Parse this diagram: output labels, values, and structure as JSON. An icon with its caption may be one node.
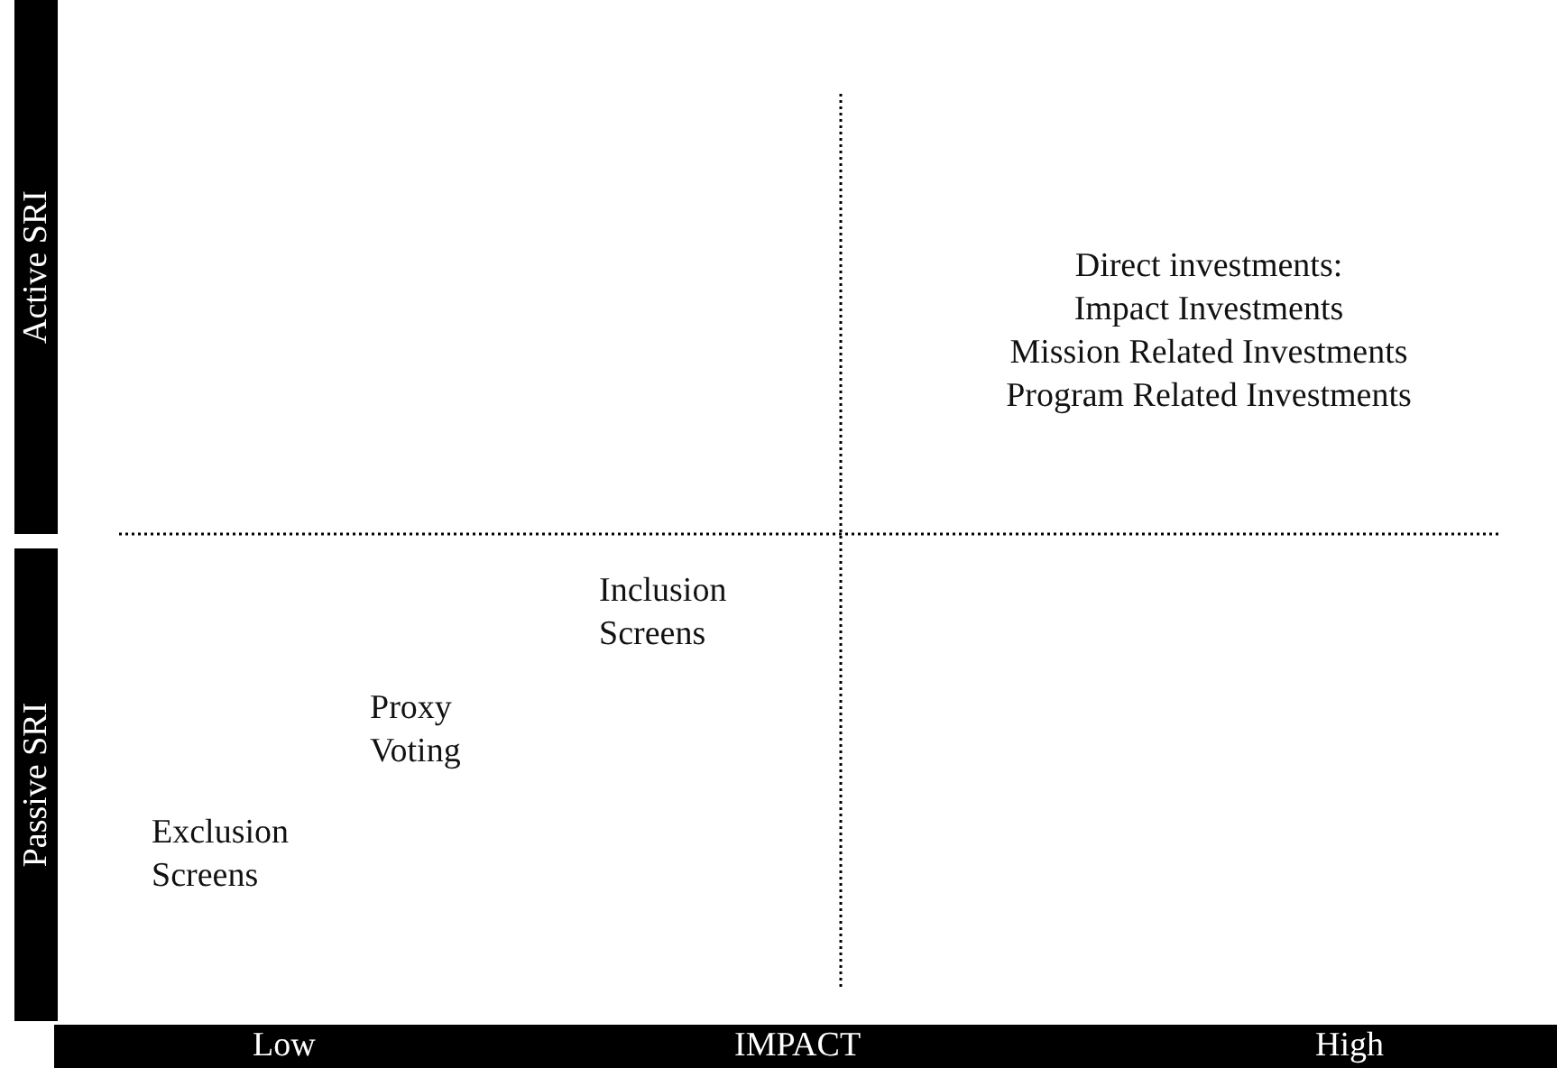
{
  "diagram": {
    "labels": [
      "Active SRI",
      "Direct investments:",
      "Impact Investments",
      "Mission Related Investments",
      "Program Related Investments",
      "Inclusion Screens",
      "Proxy Voting",
      "Passive SRI",
      "Exclusion Screens",
      "Low",
      "IMPACT",
      "High"
    ]
  }
}
